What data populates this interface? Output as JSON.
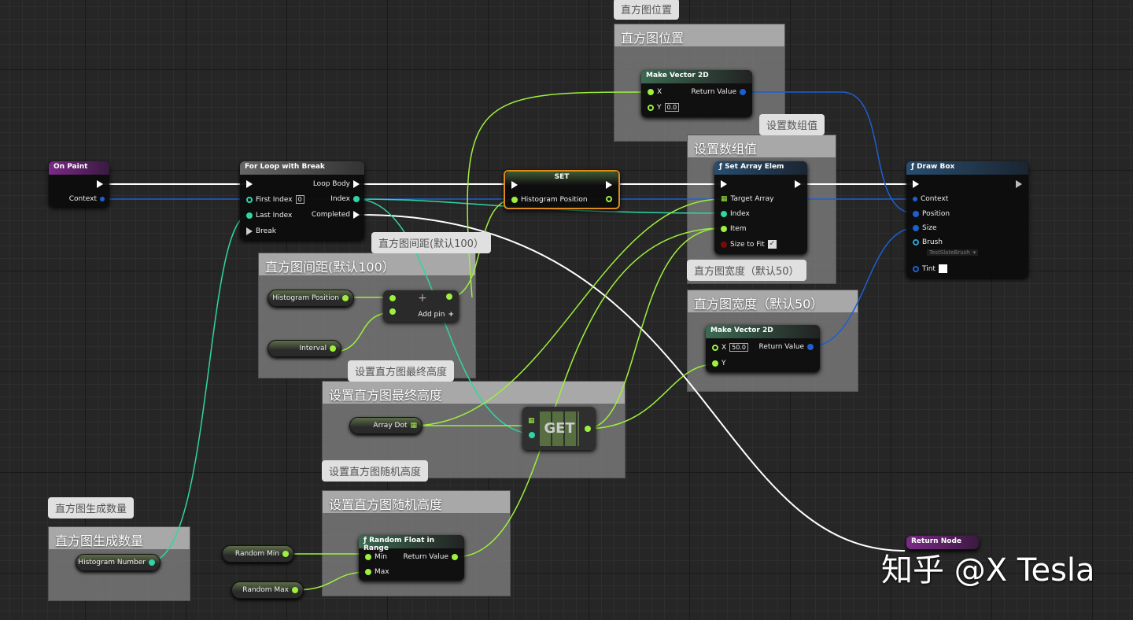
{
  "comments": [
    {
      "title": "直方图位置",
      "bubble": "直方图位置"
    },
    {
      "title": "设置数组值",
      "bubble": "设置数组值"
    },
    {
      "title": "直方图间距(默认100）",
      "bubble": "直方图间距(默认100）"
    },
    {
      "title": "直方图宽度（默认50）",
      "bubble": "直方图宽度（默认50）"
    },
    {
      "title": "设置直方图最终高度",
      "bubble": "设置直方图最终高度"
    },
    {
      "title": "设置直方图随机高度",
      "bubble": "设置直方图随机高度"
    },
    {
      "title": "直方图生成数量",
      "bubble": "直方图生成数量"
    }
  ],
  "on_paint": {
    "title": "On Paint",
    "context": "Context"
  },
  "for_loop": {
    "title": "For Loop with Break",
    "first_index": "First Index",
    "first_index_value": "0",
    "last_index": "Last Index",
    "break": "Break",
    "loop_body": "Loop Body",
    "index": "Index",
    "completed": "Completed"
  },
  "set_node": {
    "title": "SET",
    "pin": "Histogram Position"
  },
  "make_vec_top": {
    "title": "Make Vector 2D",
    "x": "X",
    "y": "Y",
    "y_value": "0.0",
    "ret": "Return Value"
  },
  "set_array": {
    "title": "Set Array Elem",
    "target": "Target Array",
    "index": "Index",
    "item": "Item",
    "size_to_fit": "Size to Fit"
  },
  "draw_box": {
    "title": "Draw Box",
    "context": "Context",
    "position": "Position",
    "size": "Size",
    "brush": "Brush",
    "brush_value": "TestSlateBrush",
    "tint": "Tint"
  },
  "make_vec_bottom": {
    "title": "Make Vector 2D",
    "x": "X",
    "x_value": "50.0",
    "y": "Y",
    "ret": "Return Value"
  },
  "add_node": {
    "add_pin": "Add pin",
    "plus": "+"
  },
  "get_node": {
    "label": "GET"
  },
  "random": {
    "title": "Random Float in Range",
    "min": "Min",
    "max": "Max",
    "ret": "Return Value"
  },
  "return_node": {
    "title": "Return Node"
  },
  "vars": {
    "histogram_position": "Histogram Position",
    "interval": "Interval",
    "array_dot": "Array Dot",
    "histogram_number": "Histogram Number",
    "random_min": "Random Min",
    "random_max": "Random Max"
  },
  "watermark": "知乎 @X Tesla",
  "colors": {
    "exec": "#ffffff",
    "float": "#9ef03c",
    "int": "#2fd6a4",
    "struct": "#1e5fd0",
    "function_header": "#2a4d6e",
    "event_header": "#6b1f74",
    "set_border": "#e08a1a"
  }
}
